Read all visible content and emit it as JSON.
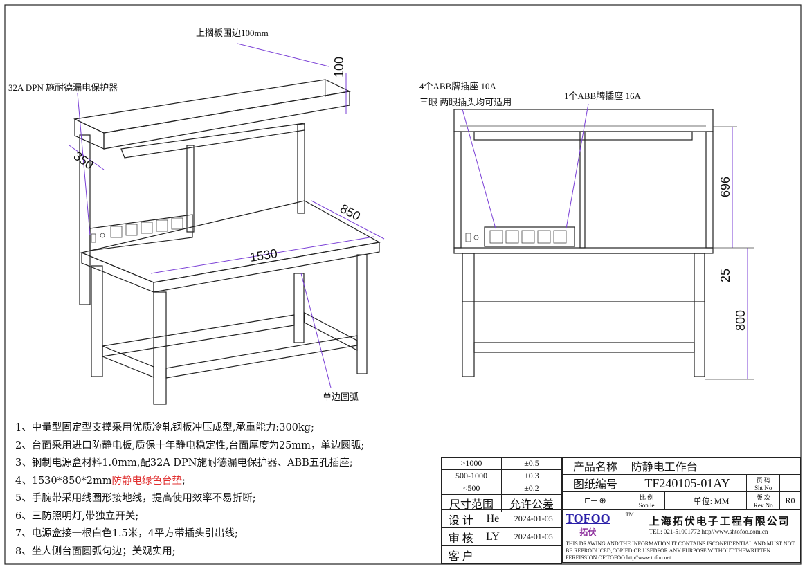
{
  "annotations": {
    "top_rail": "上搁板围边100mm",
    "breaker": "32A DPN 施耐德漏电保护器",
    "outlets_4": "4个ABB牌插座 10A",
    "outlets_4_note": "三眼 两眼插头均可适用",
    "outlet_1": "1个ABB牌插座 16A",
    "edge_arc": "单边圆弧"
  },
  "dimensions": {
    "rail_height": "100",
    "shelf_depth": "350",
    "depth": "850",
    "width": "1530",
    "upright_height": "696",
    "top_thickness": "25",
    "table_height": "800"
  },
  "notes": [
    "1、中量型固定型支撑采用优质冷轧钢板冲压成型,承重能力:300kg;",
    "2、台面采用进口防静电板,质保十年静电稳定性,台面厚度为25mm，单边圆弧;",
    "3、钢制电源盒材料1.0mm,配32A DPN施耐德漏电保护器、ABB五孔插座;",
    {
      "prefix": "4、1530*850*2mm",
      "highlight": "防静电绿色台垫",
      "suffix": ";"
    },
    "5、手腕带采用线圈形接地线，提高使用效率不易折断;",
    "6、三防照明灯,带独立开关;",
    "7、电源盒接一根白色1.5米，4平方带插头引出线;",
    "8、坐人侧台面圆弧句边；美观实用;"
  ],
  "tolerance": {
    "rows": [
      {
        "range": ">1000",
        "tol": "±0.5"
      },
      {
        "range": "500-1000",
        "tol": "±0.3"
      },
      {
        "range": "<500",
        "tol": "±0.2"
      }
    ],
    "header_range": "尺寸范围",
    "header_tol": "允许公差"
  },
  "approvals": [
    {
      "role": "设 计",
      "name": "He",
      "date": "2024-01-05"
    },
    {
      "role": "审 核",
      "name": "LY",
      "date": "2024-01-05"
    },
    {
      "role": "客 户",
      "name": "",
      "date": ""
    }
  ],
  "title_block": {
    "product_label": "产品名称",
    "product_name": "防静电工作台",
    "drawing_no_label": "图纸编号",
    "drawing_no": "TF240105-01AY",
    "sheet_label": "页 码",
    "sheet_label_en": "Sht No",
    "scale_label": "比 例",
    "scale_label_en": "Son le",
    "unit": "单位: MM",
    "rev_label": "版 次",
    "rev_label_en": "Rev No",
    "rev": "R0",
    "logo": "TOFOO",
    "logo_cn": "拓伏",
    "tm": "TM",
    "company": "上海拓伏电子工程有限公司",
    "contact": "TEL: 021-51001772   http//www.shtofoo.com.cn",
    "confidential": "THIS DRAWING AND THE INFORMATION IT CONTAINS ISCONFIDENTIAL AND MUST NOT BE REPRODUCED,COPIED OR USEDFOR ANY PURPOSE WITHOUT THEWRITTEN PEREISSION OF TOFOO  http//www.tofoo.net"
  }
}
